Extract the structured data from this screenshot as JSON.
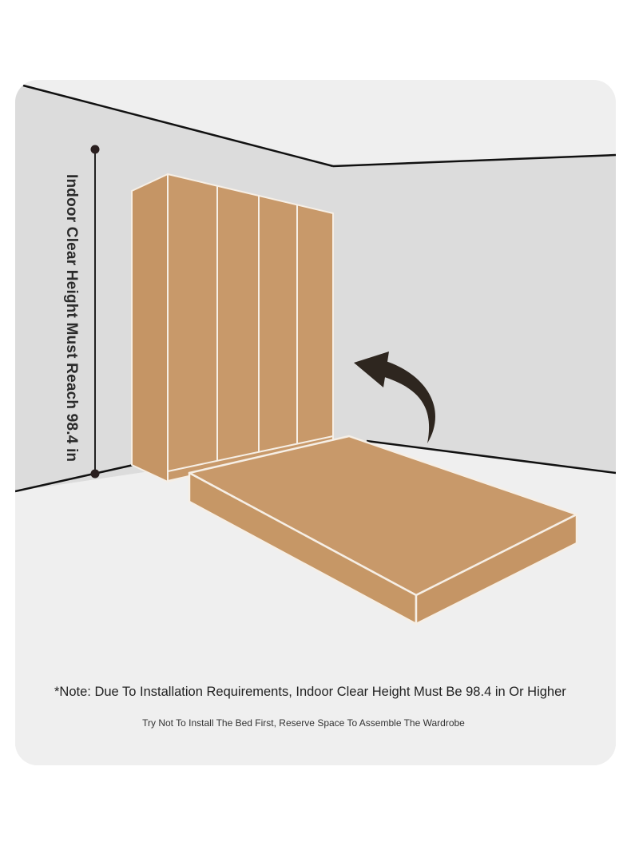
{
  "diagram": {
    "height_label": "Indoor Clear Height Must Reach 98.4 in",
    "note": "*Note: Due To Installation Requirements, Indoor Clear Height Must Be 98.4 in Or Higher",
    "subnote": "Try Not To Install The Bed First, Reserve Space To Assemble The Wardrobe"
  },
  "colors": {
    "background": "#ffffff",
    "panel": "#efefef",
    "wall": "#dcdcdc",
    "floor": "#efefef",
    "wood": "#c8996a",
    "wood_outline": "#f6efe6",
    "line": "#111111",
    "arrow": "#2e261f"
  }
}
